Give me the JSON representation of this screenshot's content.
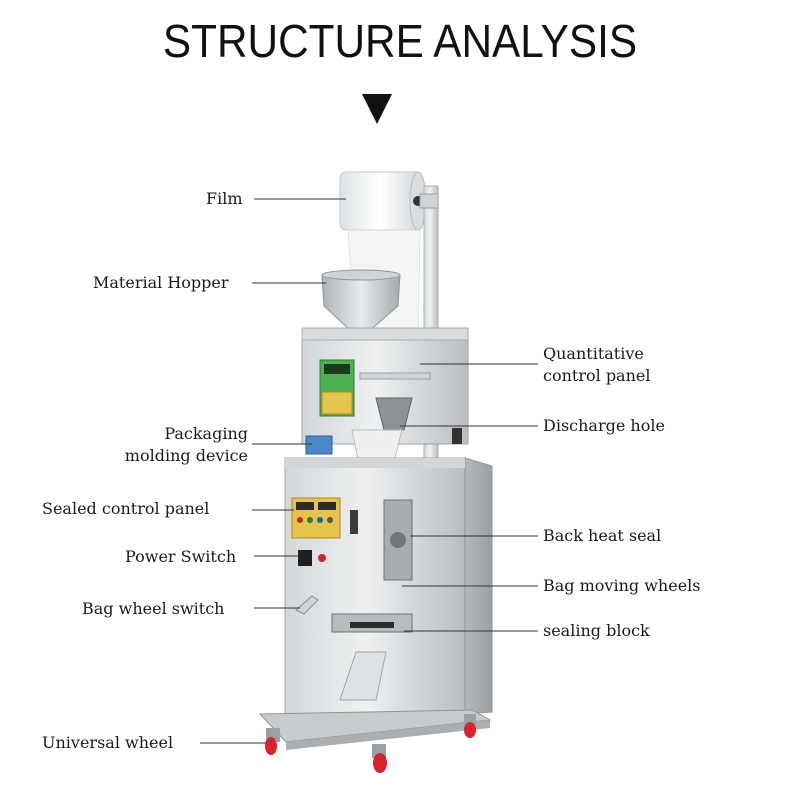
{
  "title": "STRUCTURE ANALYSIS",
  "labels": {
    "film": "Film",
    "material_hopper": "Material Hopper",
    "quantitative_control_panel_1": "Quantitative",
    "quantitative_control_panel_2": "control panel",
    "packaging_molding_1": "Packaging",
    "packaging_molding_2": "molding device",
    "discharge_hole": "Discharge hole",
    "sealed_control_panel": "Sealed control panel",
    "back_heat_seal": "Back heat seal",
    "power_switch": "Power Switch",
    "bag_moving_wheels": "Bag moving wheels",
    "bag_wheel_switch": "Bag wheel switch",
    "sealing_block": "sealing block",
    "universal_wheel": "Universal wheel"
  },
  "colors": {
    "steel_light": "#e6e8ea",
    "steel_mid": "#c9cdd1",
    "steel_dark": "#9ea3a8",
    "panel_green": "#4caf50",
    "panel_yellow": "#e6c34a",
    "wheel_red": "#d8232a",
    "line": "#333333"
  }
}
